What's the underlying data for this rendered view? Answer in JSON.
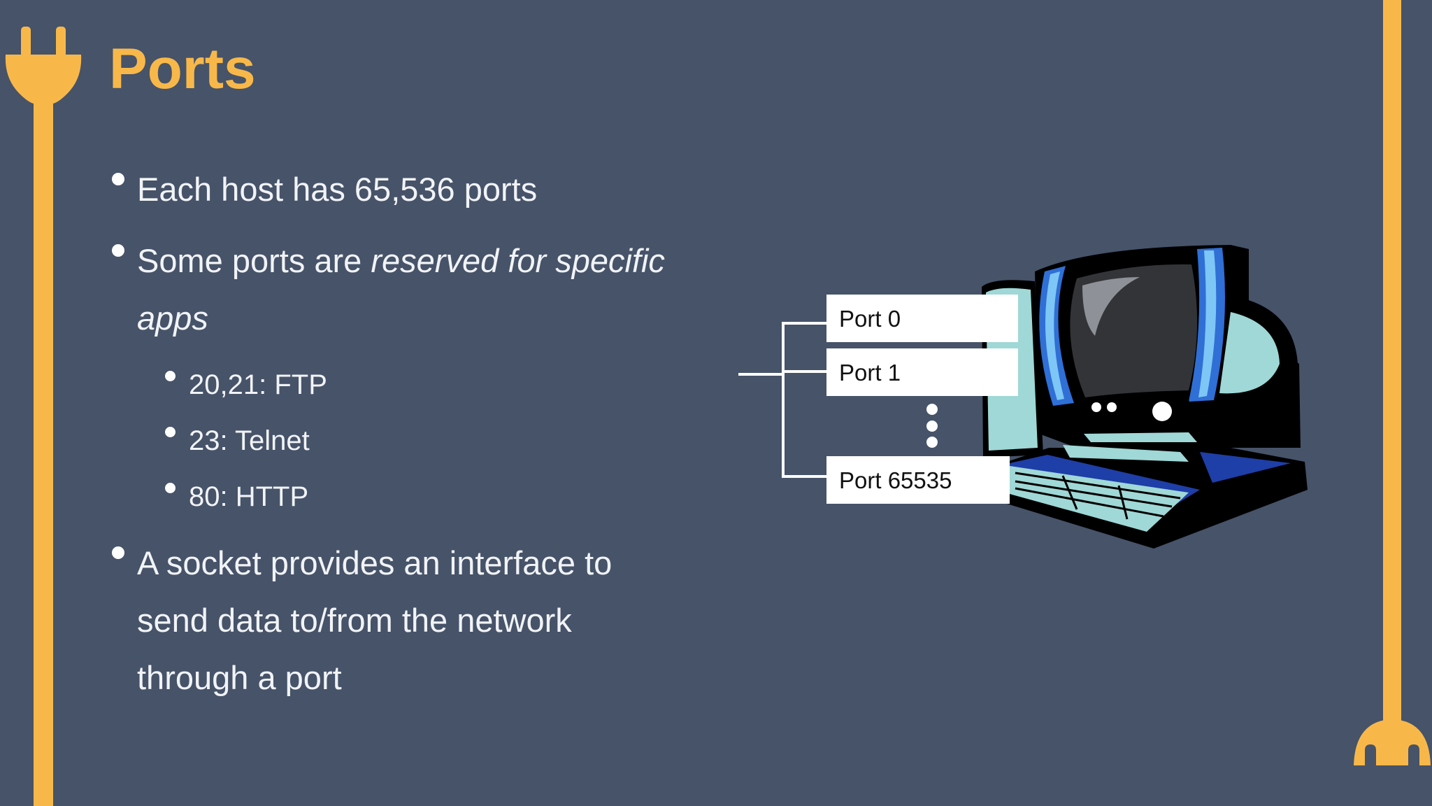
{
  "slide": {
    "title": "Ports",
    "bullets": [
      {
        "text": "Each host has 65,536 ports"
      },
      {
        "text_plain": "Some ports are ",
        "text_italic_1": "reserved for specific",
        "text_italic_2": "apps"
      }
    ],
    "sub_bullets": [
      "20,21: FTP",
      "23: Telnet",
      "80: HTTP"
    ],
    "bullet_socket": [
      "A socket provides an interface to",
      "send data to/from the network",
      "through a port"
    ]
  },
  "diagram": {
    "ports": [
      "Port 0",
      "Port 1",
      "Port 65535"
    ],
    "computer_icon": "computer-clipart-icon"
  },
  "colors": {
    "background": "#465369",
    "accent": "#F8B849",
    "text": "#F1F3F6"
  },
  "icons": {
    "top_left": "power-plug-icon",
    "bottom_right": "power-plug-icon"
  }
}
